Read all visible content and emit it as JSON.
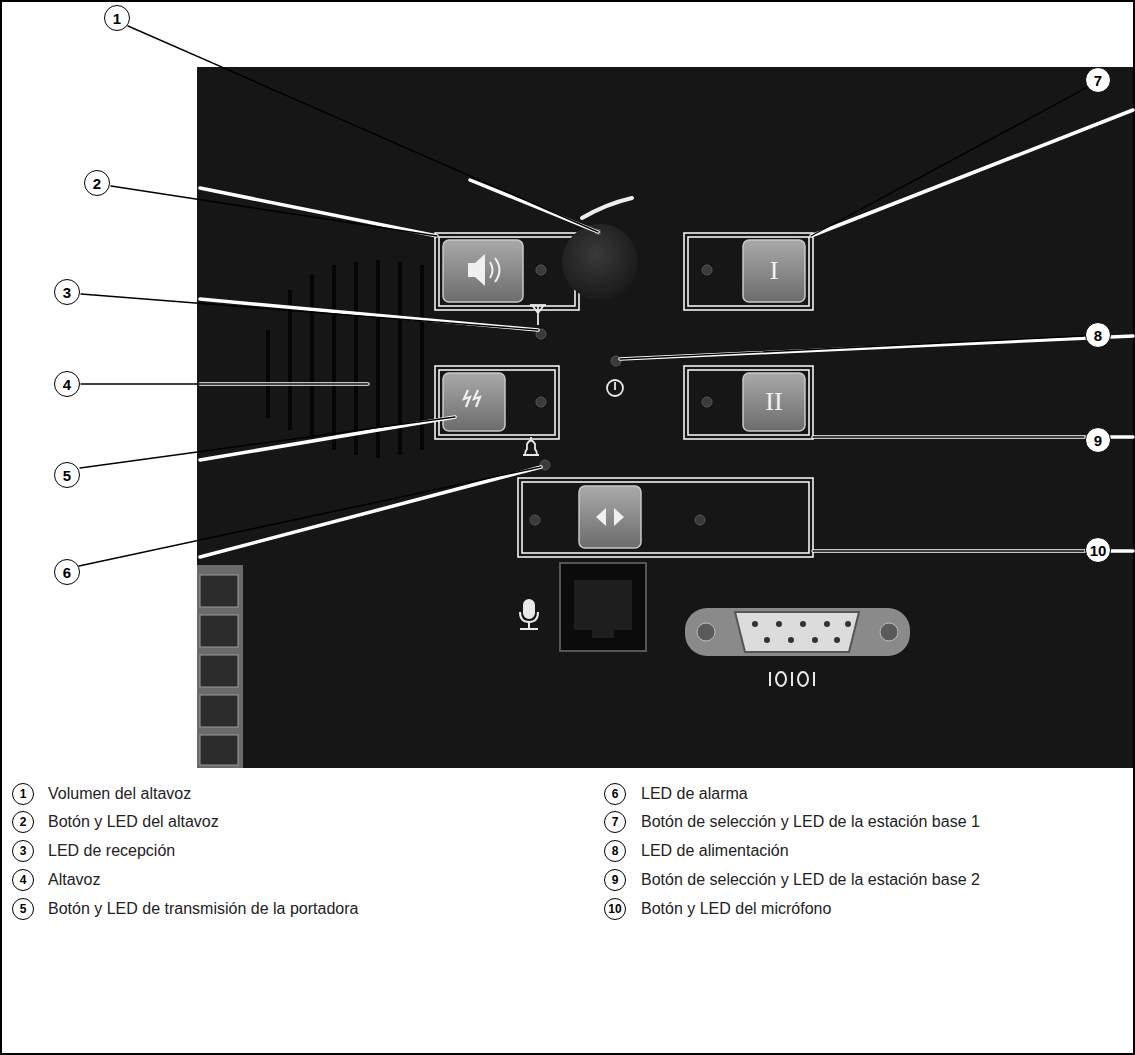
{
  "diagram": {
    "labels": [
      "1",
      "2",
      "3",
      "4",
      "5",
      "6",
      "7",
      "8",
      "9",
      "10",
      "I",
      "II",
      "1",
      "Volumen del altavoz",
      "2",
      "Botón y LED del altavoz",
      "3",
      "LED de recepción",
      "4",
      "Altavoz",
      "5",
      "Botón y LED de transmisión de la portadora",
      "6",
      "LED de alarma",
      "7",
      "Botón de selección y LED de la estación base 1",
      "8",
      "LED de alimentación",
      "9",
      "Botón de selección y LED de la estación base 2",
      "10",
      "Botón y LED del micrófono"
    ]
  }
}
